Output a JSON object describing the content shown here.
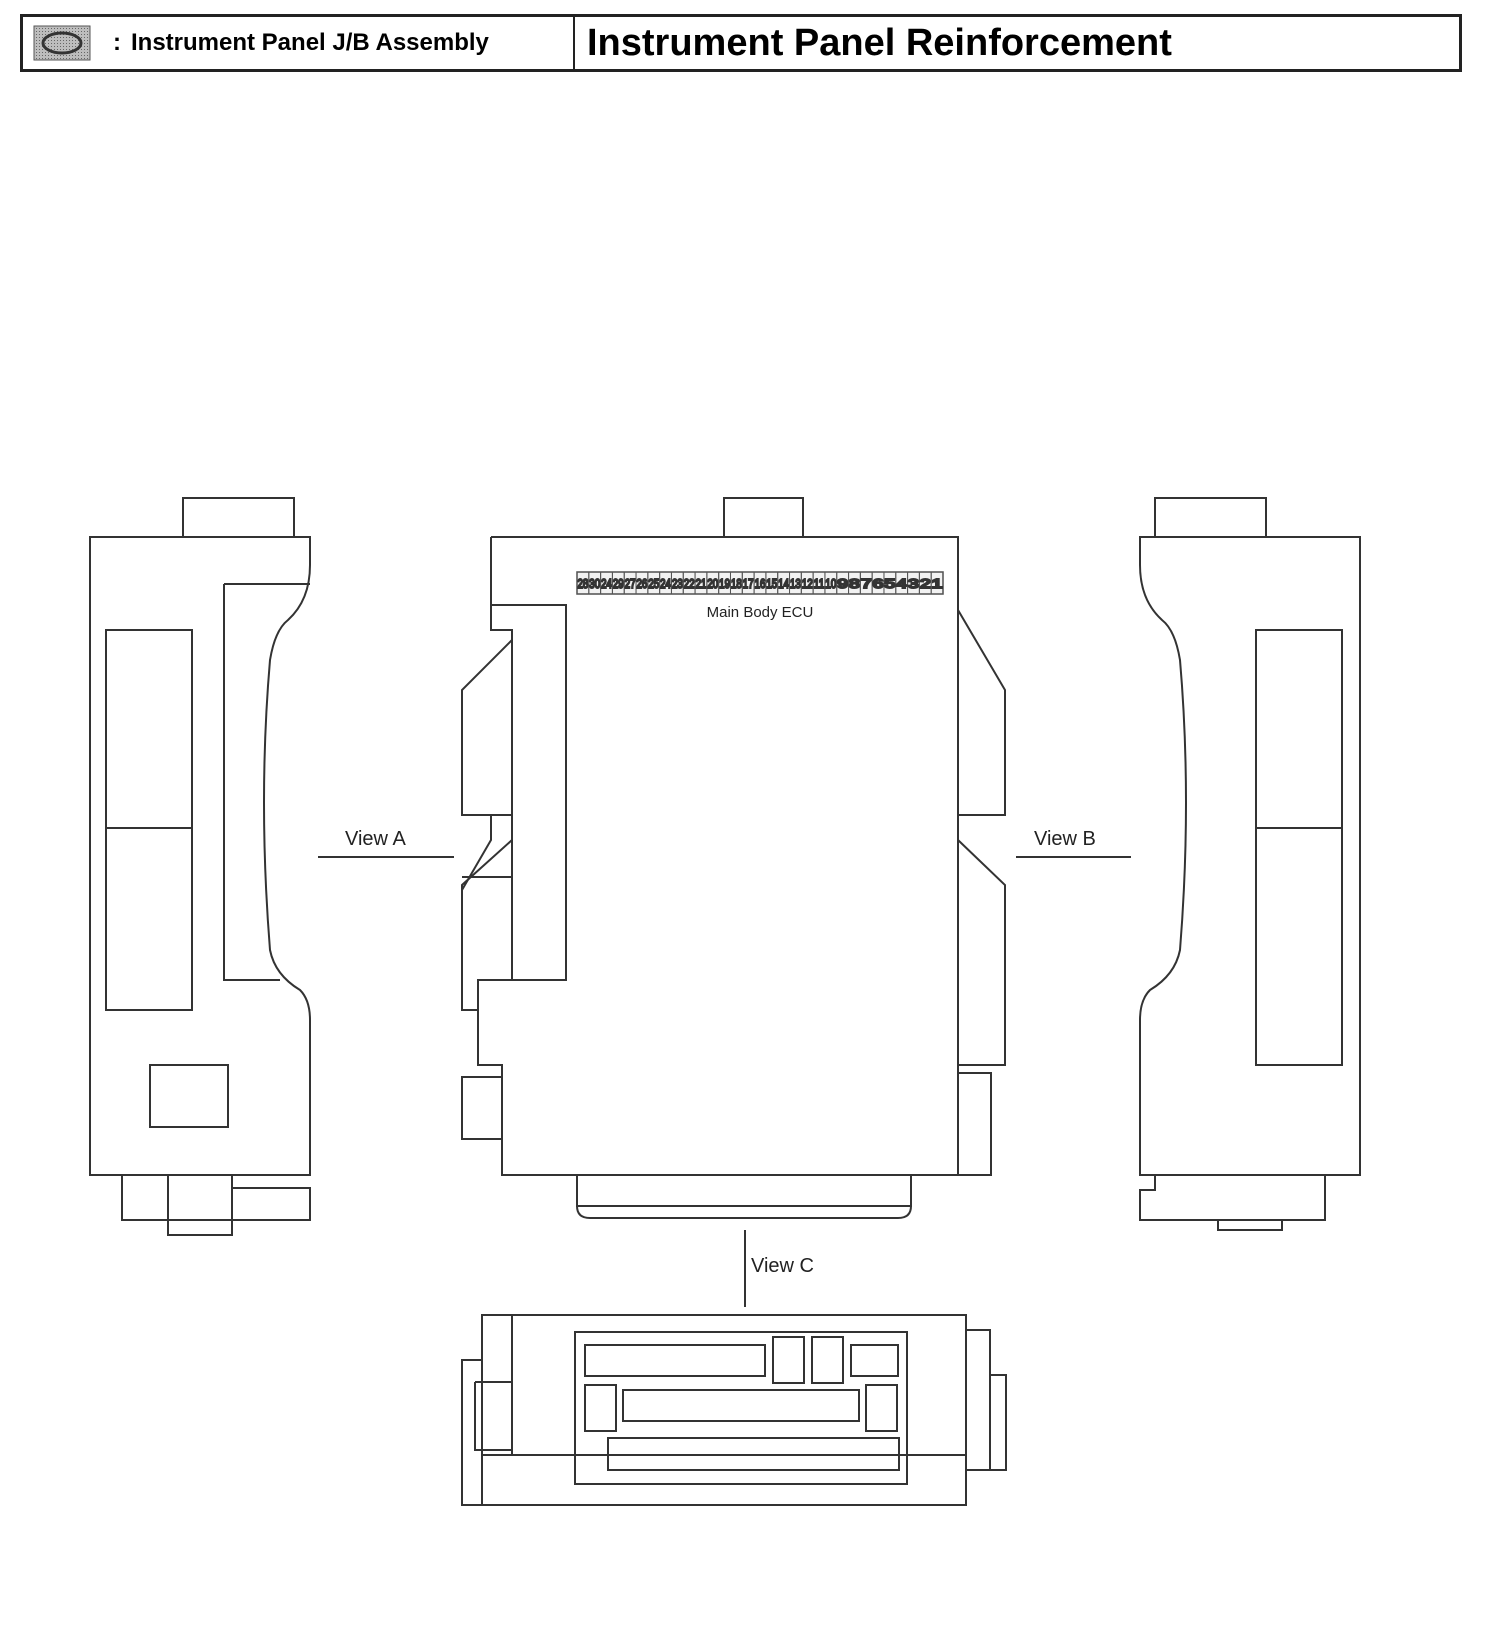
{
  "header": {
    "legend_colon": ":",
    "legend_label": "Instrument Panel J/B Assembly",
    "title": "Instrument Panel Reinforcement"
  },
  "diagram": {
    "ecu_label": "Main Body ECU",
    "connector_pins": [
      "28",
      "30",
      "24",
      "29",
      "27",
      "26",
      "25",
      "24",
      "23",
      "22",
      "21",
      "20",
      "19",
      "18",
      "17",
      "16",
      "15",
      "14",
      "13",
      "12",
      "11",
      "10",
      "9",
      "8",
      "7",
      "6",
      "5",
      "4",
      "3",
      "2",
      "1"
    ],
    "view_a_label": "View A",
    "view_b_label": "View B",
    "view_c_label": "View C"
  }
}
